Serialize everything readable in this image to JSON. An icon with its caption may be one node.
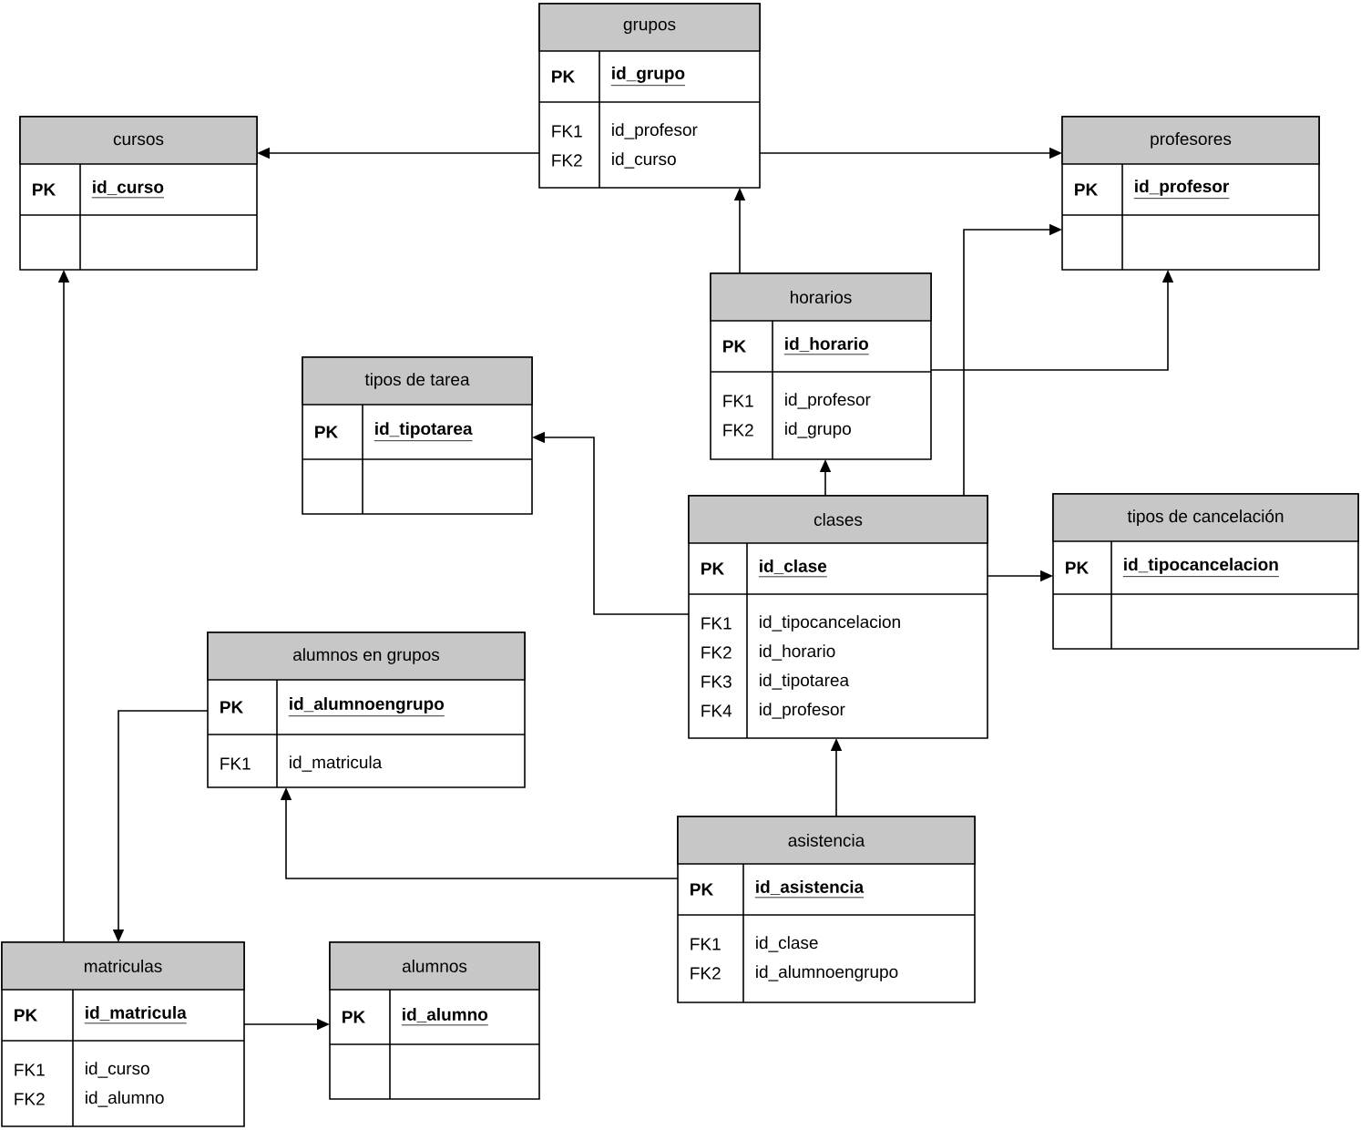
{
  "diagram": {
    "nodes": [
      {
        "text": [
          "grupos",
          "PK",
          "id_grupo",
          "FK1",
          "id_profesor",
          "FK2",
          "id_curso"
        ]
      },
      {
        "text": [
          "cursos",
          "PK",
          "id_curso"
        ]
      },
      {
        "text": [
          "profesores",
          "PK",
          "id_profesor"
        ]
      },
      {
        "text": [
          "horarios",
          "PK",
          "id_horario",
          "FK1",
          "id_profesor",
          "FK2",
          "id_grupo"
        ]
      },
      {
        "text": [
          "tipos de tarea",
          "PK",
          "id_tipotarea"
        ]
      },
      {
        "text": [
          "clases",
          "PK",
          "id_clase",
          "FK1",
          "id_tipocancelacion",
          "FK2",
          "id_horario",
          "FK3",
          "id_tipotarea",
          "FK4",
          "id_profesor"
        ]
      },
      {
        "text": [
          "tipos de cancelación",
          "PK",
          "id_tipocancelacion"
        ]
      },
      {
        "text": [
          "alumnos en grupos",
          "PK",
          "id_alumnoengrupo",
          "FK1",
          "id_matricula"
        ]
      },
      {
        "text": [
          "asistencia",
          "PK",
          "id_asistencia",
          "FK1",
          "id_clase",
          "FK2",
          "id_alumnoengrupo"
        ]
      },
      {
        "text": [
          "matriculas",
          "PK",
          "id_matricula",
          "FK1",
          "id_curso",
          "FK2",
          "id_alumno"
        ]
      },
      {
        "text": [
          "alumnos",
          "PK",
          "id_alumno"
        ]
      }
    ],
    "edges": [
      {
        "from": 0,
        "to": 1,
        "arrow": "to"
      },
      {
        "from": 0,
        "to": 2,
        "arrow": "to"
      },
      {
        "from": 3,
        "to": 0,
        "arrow": "to"
      },
      {
        "from": 3,
        "to": 2,
        "arrow": "to"
      },
      {
        "from": 5,
        "to": 3,
        "arrow": "to"
      },
      {
        "from": 5,
        "to": 2,
        "arrow": "to"
      },
      {
        "from": 5,
        "to": 4,
        "arrow": "to"
      },
      {
        "from": 5,
        "to": 6,
        "arrow": "to"
      },
      {
        "from": 8,
        "to": 5,
        "arrow": "to"
      },
      {
        "from": 8,
        "to": 7,
        "arrow": "to"
      },
      {
        "from": 7,
        "to": 9,
        "arrow": "to"
      },
      {
        "from": 9,
        "to": 1,
        "arrow": "to"
      },
      {
        "from": 9,
        "to": 10,
        "arrow": "to"
      }
    ]
  }
}
